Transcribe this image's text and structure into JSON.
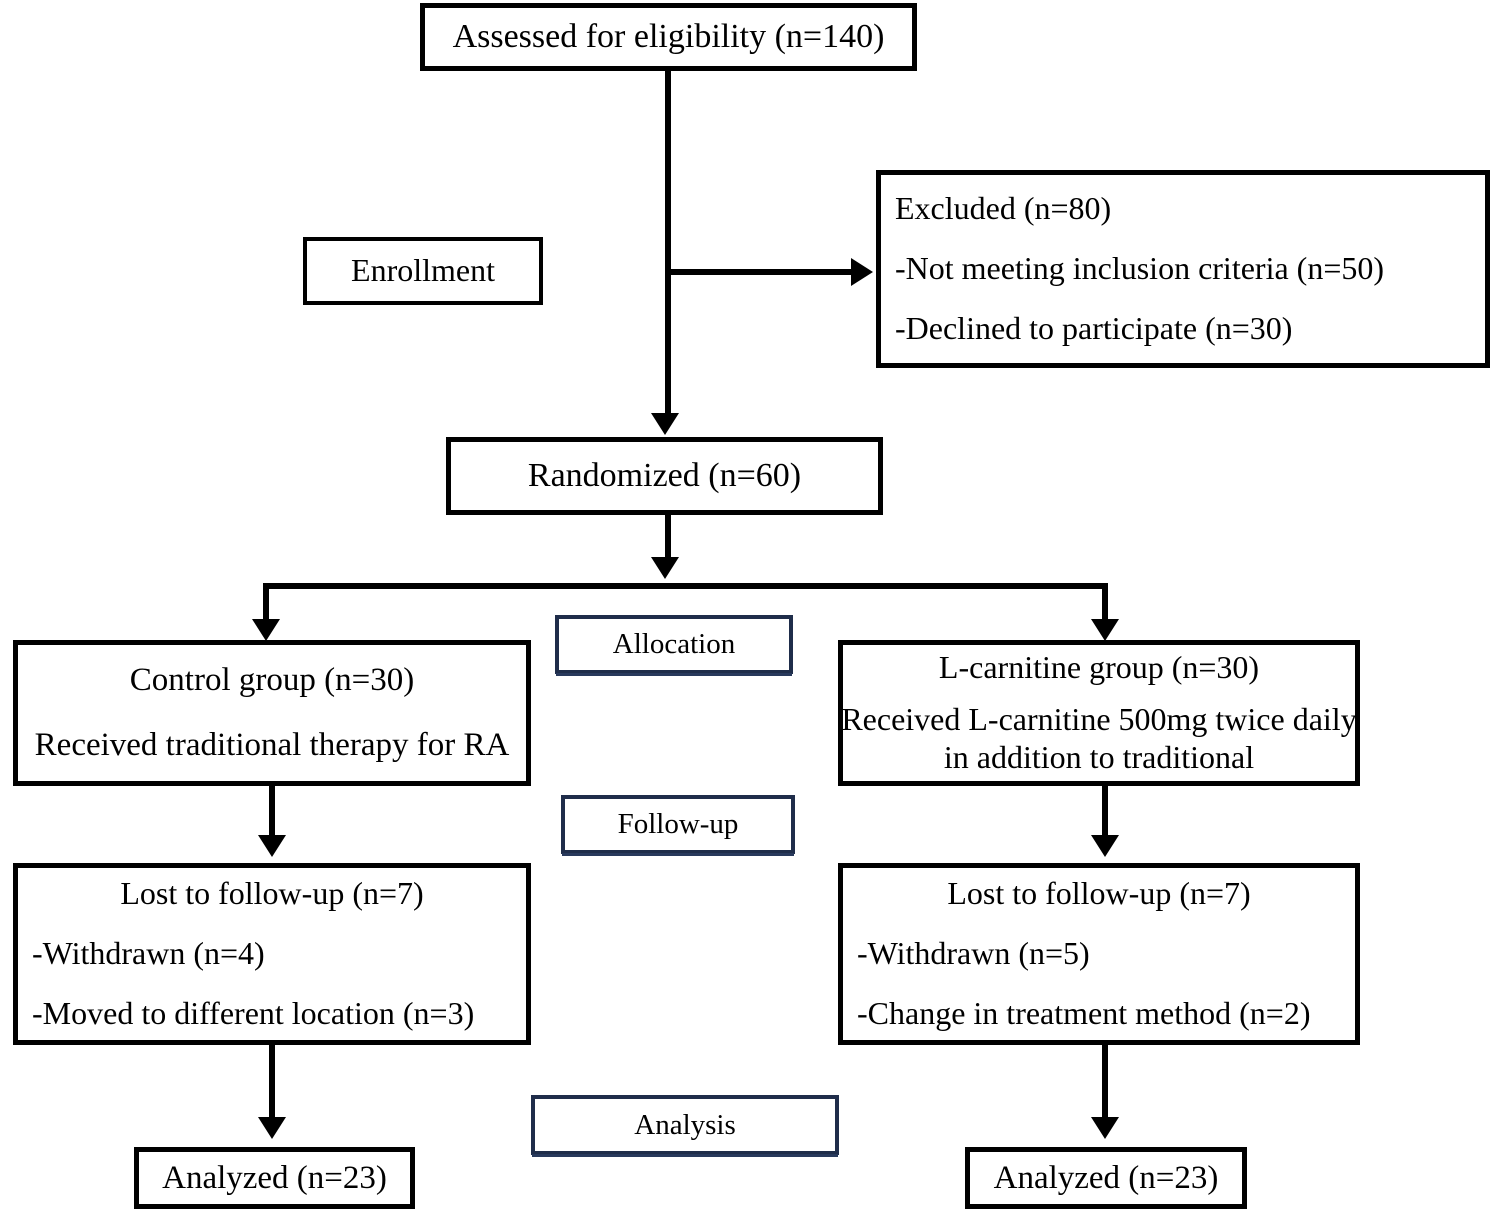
{
  "diagram": {
    "type": "CONSORT participant flow diagram",
    "stage_labels": [
      {
        "id": "enrollment",
        "label": "Enrollment",
        "border_color": "#000000"
      },
      {
        "id": "allocation",
        "label": "Allocation",
        "border_color": "#1f2d4a"
      },
      {
        "id": "follow-up",
        "label": "Follow-up",
        "border_color": "#1f2d4a"
      },
      {
        "id": "analysis",
        "label": "Analysis",
        "border_color": "#1f2d4a"
      }
    ],
    "nodes": {
      "assessed": {
        "lines": [
          "Assessed for eligibility (n=140)"
        ]
      },
      "excluded": {
        "lines": [
          "Excluded (n=80)",
          "-Not meeting inclusion criteria (n=50)",
          "-Declined to participate (n=30)"
        ]
      },
      "randomized": {
        "lines": [
          "Randomized (n=60)"
        ]
      },
      "control_group": {
        "lines": [
          "Control group (n=30)",
          "Received traditional therapy for RA"
        ]
      },
      "lcarnitine_group": {
        "lines": [
          "L-carnitine group (n=30)",
          "Received L-carnitine 500mg twice daily",
          "in addition to traditional"
        ]
      },
      "control_lost": {
        "lines": [
          "Lost to follow-up (n=7)",
          "-Withdrawn (n=4)",
          "-Moved to different location (n=3)"
        ]
      },
      "lcarnitine_lost": {
        "lines": [
          "Lost to follow-up (n=7)",
          "-Withdrawn (n=5)",
          "-Change in treatment method (n=2)"
        ]
      },
      "control_analyzed": {
        "lines": [
          "Analyzed (n=23)"
        ]
      },
      "lcarnitine_analyzed": {
        "lines": [
          "Analyzed (n=23)"
        ]
      }
    },
    "counts": {
      "assessed_for_eligibility": 140,
      "excluded_total": 80,
      "excluded_not_meeting_criteria": 50,
      "excluded_declined": 30,
      "randomized": 60,
      "control_allocated": 30,
      "lcarnitine_allocated": 30,
      "control_lost_total": 7,
      "control_withdrawn": 4,
      "control_moved": 3,
      "lcarnitine_lost_total": 7,
      "lcarnitine_withdrawn": 5,
      "lcarnitine_changed_treatment": 2,
      "control_analyzed": 23,
      "lcarnitine_analyzed": 23
    },
    "colors": {
      "box_border": "#000000",
      "stage_border": "#1f2d4a",
      "background": "#ffffff",
      "text": "#000000"
    }
  }
}
